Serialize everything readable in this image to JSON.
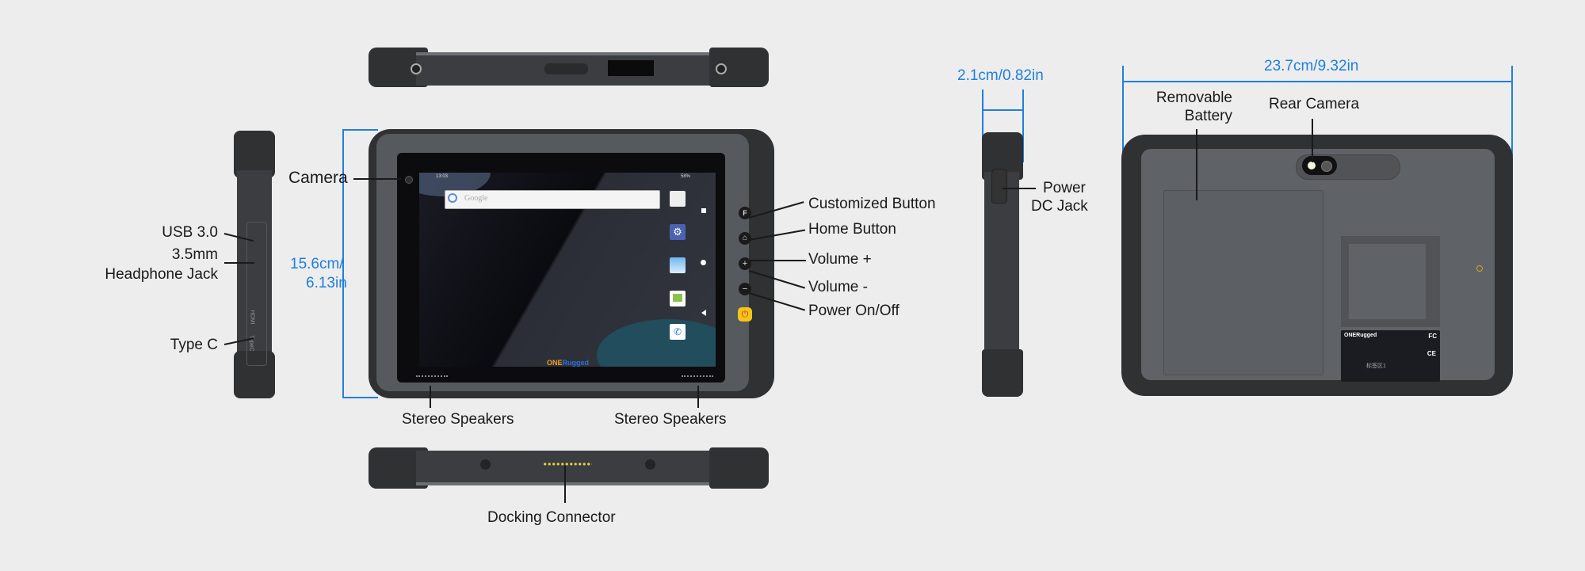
{
  "front_view": {
    "labels": {
      "camera": "Camera",
      "customized_button": "Customized Button",
      "home_button": "Home Button",
      "volume_up": "Volume +",
      "volume_down": "Volume -",
      "power": "Power On/Off",
      "speaker_left": "Stereo Speakers",
      "speaker_right": "Stereo Speakers"
    },
    "height_dimension": {
      "line1": "15.6cm/",
      "line2": "6.13in"
    },
    "screen": {
      "status_time": "13:03",
      "battery": "58%",
      "search_placeholder": "Google",
      "brand_one": "ONE",
      "brand_rugged": "Rugged"
    },
    "side_buttons": {
      "custom": "F",
      "home": "⌂",
      "vol_up": "+",
      "vol_down": "−",
      "power": "⏻"
    }
  },
  "left_side_view": {
    "labels": {
      "usb": "USB 3.0",
      "headphone_line1": "3.5mm",
      "headphone_line2": "Headphone Jack",
      "type_c": "Type C"
    },
    "port_marks": {
      "hdmi": "HDMI",
      "typec": "TypeC"
    }
  },
  "bottom_view": {
    "labels": {
      "docking": "Docking Connector"
    }
  },
  "right_side_view": {
    "depth_dimension": "2.1cm/0.82in",
    "labels": {
      "power_line1": "Power",
      "power_line2": "DC Jack"
    }
  },
  "back_view": {
    "width_dimension": "23.7cm/9.32in",
    "labels": {
      "battery_line1": "Removable",
      "battery_line2": "Battery",
      "rear_camera": "Rear Camera"
    },
    "nameplate": {
      "brand_one": "ONE",
      "brand_rugged": "Rugged",
      "area": "标签区1",
      "marks": [
        "FC",
        "CE"
      ]
    }
  },
  "colors": {
    "background": "#ededed",
    "dimension_blue": "#1f7fe0",
    "rubber": "#2f3133",
    "frame": "#56595d",
    "power_yellow": "#f5c518",
    "brand_orange": "#f0a020",
    "brand_blue": "#2a6fd6"
  }
}
